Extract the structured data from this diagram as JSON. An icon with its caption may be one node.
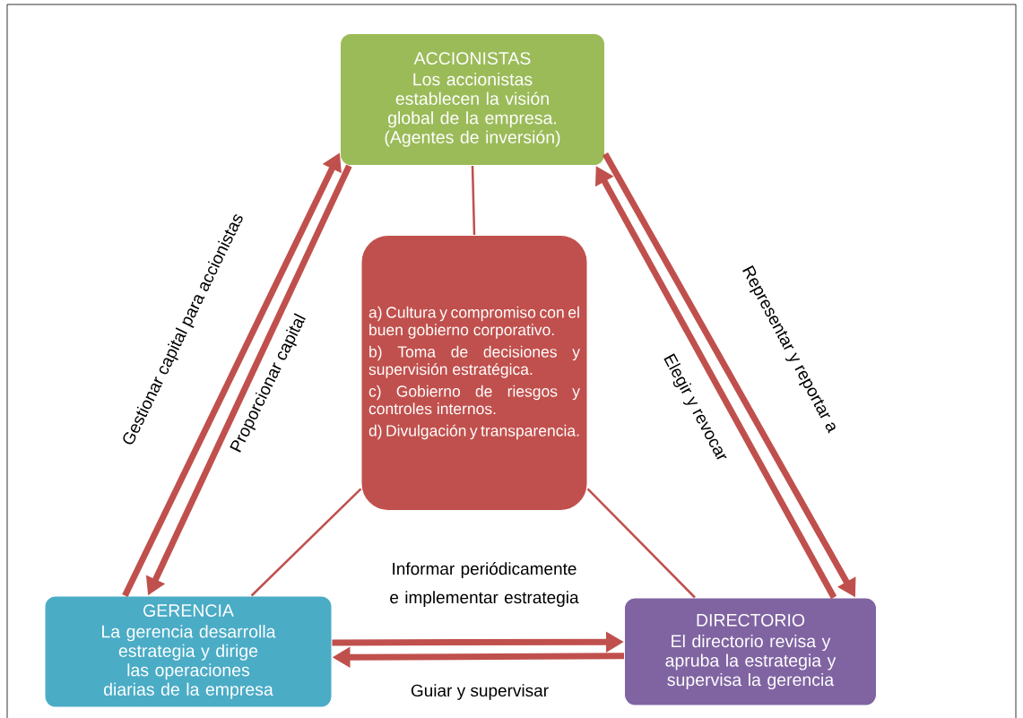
{
  "diagram": {
    "nodes": [
      {
        "text": [
          "ACCIONISTAS",
          "Los accionistas establecen la visión global de la empresa. (Agentes de inversión)"
        ]
      },
      {
        "text": [
          "a) Cultura y compromiso con el buen gobierno corporativo.",
          "b) Toma de decisiones y supervisión estratégica.",
          "c) Gobierno de riesgos y controles internos.",
          "d) Divulgación y transparencia."
        ]
      },
      {
        "text": [
          "GERENCIA",
          "La gerencia desarrolla estrategia y dirige las operaciones diarias de la empresa"
        ]
      },
      {
        "text": [
          "DIRECTORIO",
          "El directorio revisa y apruba la estrategia y supervisa la gerencia"
        ]
      }
    ],
    "edges": [
      {
        "from": 2,
        "to": 0,
        "arrow": "to",
        "label": "Gestionar capital para accionistas"
      },
      {
        "from": 0,
        "to": 2,
        "arrow": "to",
        "label": "Proporcionar capital"
      },
      {
        "from": 3,
        "to": 0,
        "arrow": "to",
        "label": "Elegir y revocar"
      },
      {
        "from": 0,
        "to": 3,
        "arrow": "to",
        "label": "Representar y reportar a"
      },
      {
        "from": 2,
        "to": 3,
        "arrow": "to",
        "label": "Informar periódicamente e implementar estrategia"
      },
      {
        "from": 3,
        "to": 2,
        "arrow": "to",
        "label": "Guiar y supervisar"
      },
      {
        "from": 0,
        "to": 1,
        "arrow": "none"
      },
      {
        "from": 1,
        "to": 2,
        "arrow": "none"
      },
      {
        "from": 1,
        "to": 3,
        "arrow": "none"
      }
    ]
  }
}
